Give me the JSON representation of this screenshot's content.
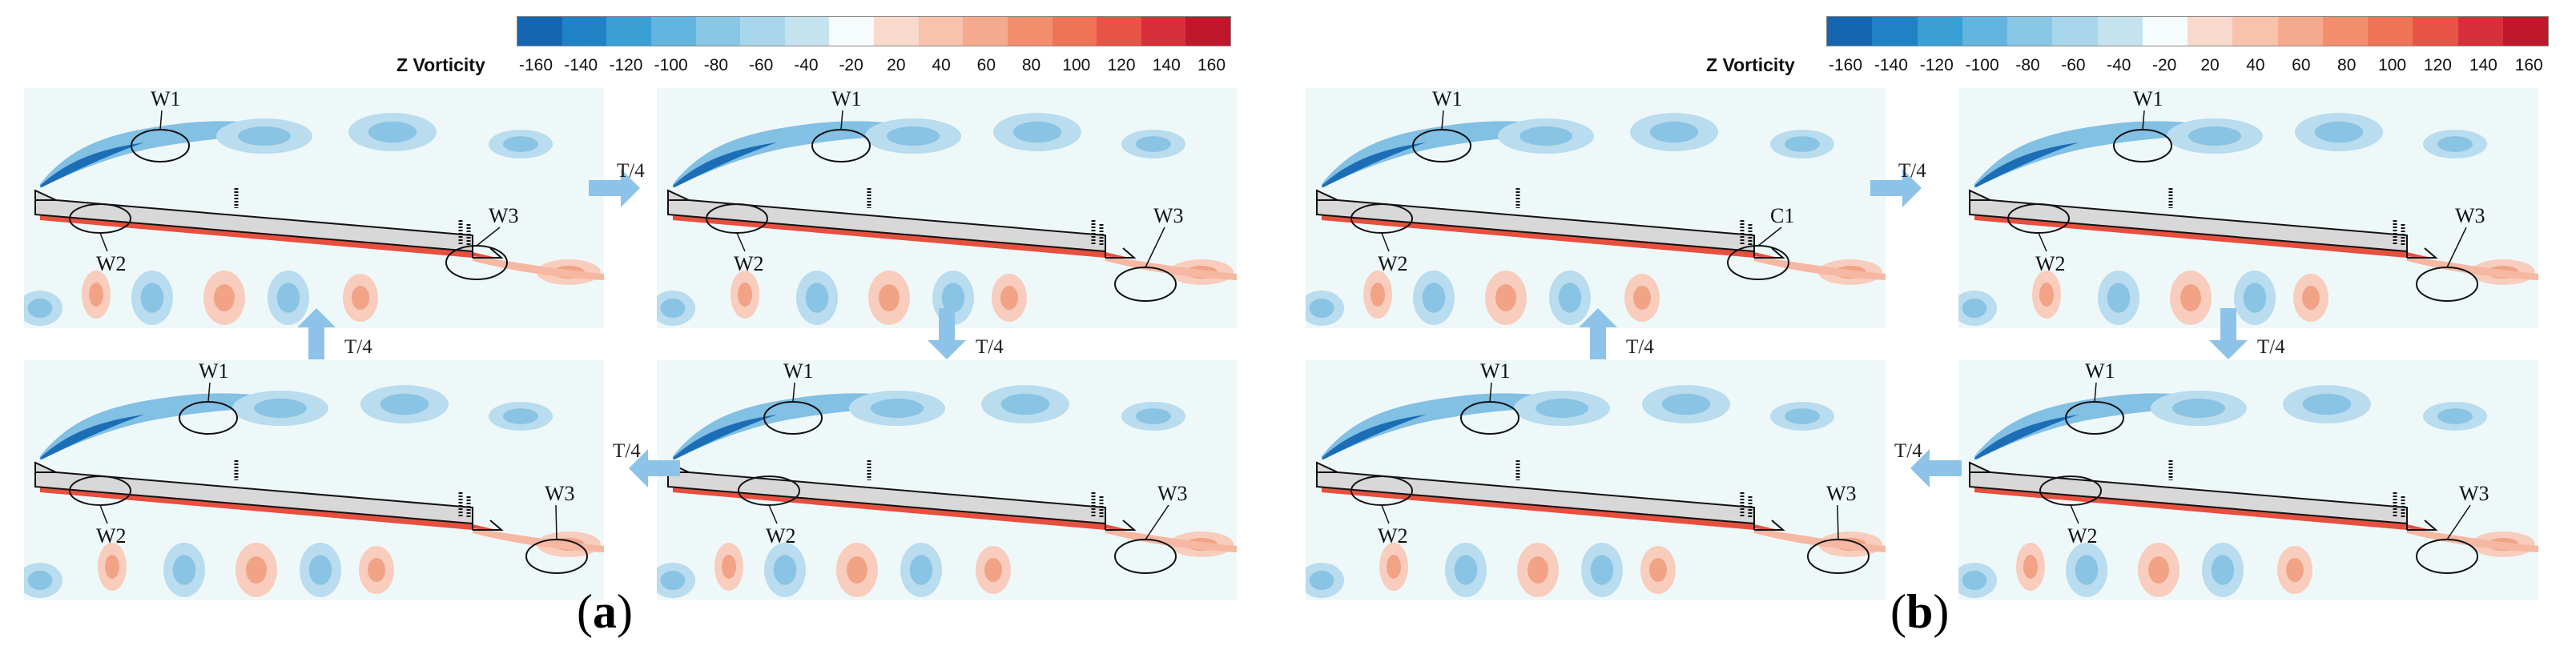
{
  "colorbar": {
    "title": "Z Vorticity",
    "ticks": [
      "-160",
      "-140",
      "-120",
      "-100",
      "-80",
      "-60",
      "-40",
      "-20",
      "20",
      "40",
      "60",
      "80",
      "100",
      "120",
      "140",
      "160"
    ],
    "colors": [
      "#1565b0",
      "#1e82c4",
      "#3a9fd4",
      "#62b5df",
      "#88c7e5",
      "#a8d6ea",
      "#c4e3ee",
      "#f6fbfb",
      "#fad9cd",
      "#f8c2ad",
      "#f6aa8d",
      "#f38f6f",
      "#ef7355",
      "#e85445",
      "#d8303a",
      "#c0182b"
    ]
  },
  "time_step_label": "T/4",
  "panels": [
    {
      "label_open": "(",
      "label_letter": "a",
      "label_close": ")",
      "snapshots": [
        {
          "wakes": [
            {
              "name": "W1"
            },
            {
              "name": "W2"
            },
            {
              "name": "W3"
            }
          ]
        },
        {
          "wakes": [
            {
              "name": "W1"
            },
            {
              "name": "W2"
            },
            {
              "name": "W3"
            }
          ]
        },
        {
          "wakes": [
            {
              "name": "W1"
            },
            {
              "name": "W2"
            },
            {
              "name": "W3"
            }
          ]
        },
        {
          "wakes": [
            {
              "name": "W1"
            },
            {
              "name": "W2"
            },
            {
              "name": "W3"
            }
          ]
        }
      ]
    },
    {
      "label_open": "(",
      "label_letter": "b",
      "label_close": ")",
      "snapshots": [
        {
          "wakes": [
            {
              "name": "W1"
            },
            {
              "name": "W2"
            },
            {
              "name": "C1"
            }
          ]
        },
        {
          "wakes": [
            {
              "name": "W1"
            },
            {
              "name": "W2"
            },
            {
              "name": "W3"
            }
          ]
        },
        {
          "wakes": [
            {
              "name": "W1"
            },
            {
              "name": "W2"
            },
            {
              "name": "W3"
            }
          ]
        },
        {
          "wakes": [
            {
              "name": "W1"
            },
            {
              "name": "W2"
            },
            {
              "name": "W3"
            }
          ]
        }
      ]
    }
  ]
}
